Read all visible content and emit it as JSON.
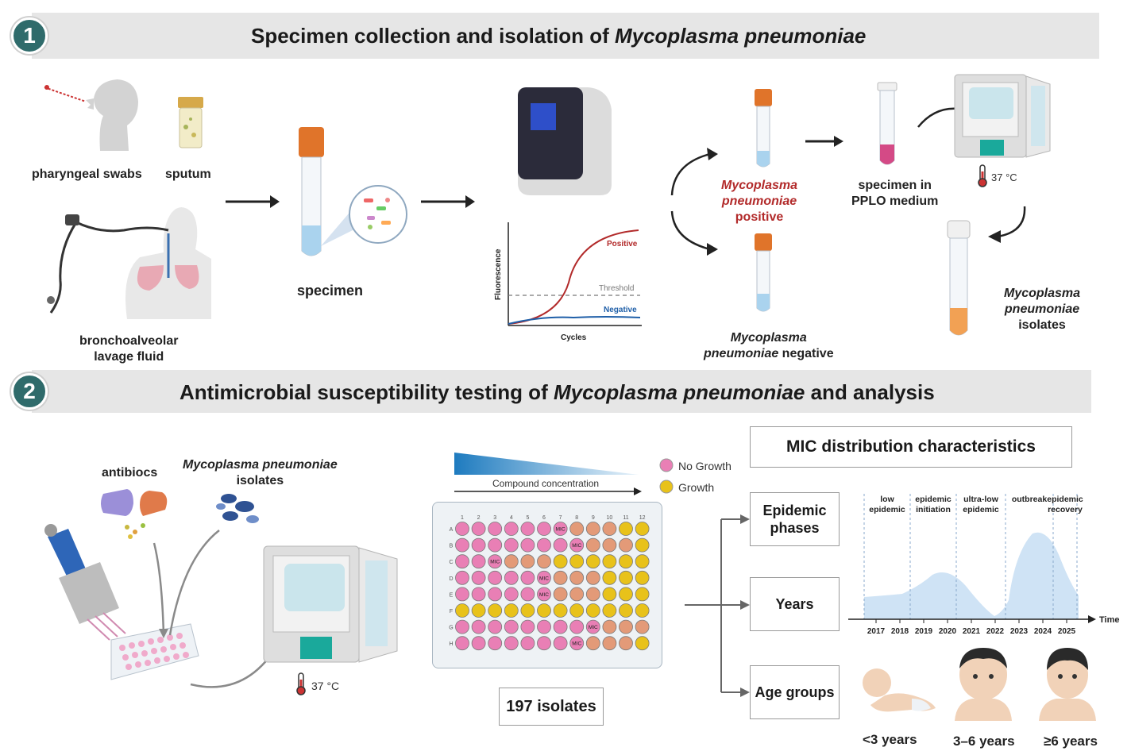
{
  "section1": {
    "number": "1",
    "title_prefix": "Specimen collection and isolation of ",
    "title_italic": "Mycoplasma pneumoniae"
  },
  "section2": {
    "number": "2",
    "title_prefix": "Antimicrobial susceptibility testing of ",
    "title_italic": "Mycoplasma pneumoniae",
    "title_suffix": " and analysis"
  },
  "labels": {
    "pharyngeal_swabs": "pharyngeal swabs",
    "sputum": "sputum",
    "balf_line1": "bronchoalveolar",
    "balf_line2": "lavage fluid",
    "specimen": "specimen",
    "positive_line1": "Mycoplasma",
    "positive_line2": "pneumoniae",
    "positive_line3": "positive",
    "negative_line1": "Mycoplasma",
    "negative_line2a": "pneumoniae",
    "negative_line2b": " negative",
    "pplo_line1": "specimen in",
    "pplo_line2": "PPLO medium",
    "temp1": "37 °C",
    "isolates_line1": "Mycoplasma",
    "isolates_line2": "pneumoniae",
    "isolates_line3": "isolates",
    "antibiocs": "antibiocs",
    "mp_isolates_line1": "Mycoplasma pneumoniae",
    "mp_isolates_line2": "isolates",
    "temp2": "37 °C",
    "isolates_count": "197 isolates",
    "compound_concentration": "Compound concentration",
    "legend_no_growth": "No Growth",
    "legend_growth": "Growth",
    "mic_header": "MIC distribution  characteristics",
    "epidemic_phases_line1": "Epidemic",
    "epidemic_phases_line2": "phases",
    "years": "Years",
    "age_groups": "Age groups",
    "age_lt3": "<3 years",
    "age_3to6": "3–6 years",
    "age_ge6": "≥6 years",
    "time_axis": "Time"
  },
  "pcr_chart": {
    "y_label": "Fluorescence",
    "x_label": "Cycles",
    "threshold": "Threshold",
    "positive": "Positive",
    "negative": "Negative"
  },
  "plate": {
    "columns": [
      "1",
      "2",
      "3",
      "4",
      "5",
      "6",
      "7",
      "8",
      "9",
      "10",
      "11",
      "12"
    ],
    "rows": [
      "A",
      "B",
      "C",
      "D",
      "E",
      "F",
      "G",
      "H"
    ],
    "mic_label": "MIC",
    "mic_positions": {
      "A": 7,
      "B": 8,
      "C": 3,
      "D": 6,
      "E": 6,
      "F": 0,
      "G": 9,
      "H": 8
    },
    "colors": {
      "no_growth": "#e97fb5",
      "growth": "#e8c21a",
      "transition": "#e39a78"
    }
  },
  "timeline": {
    "phases": [
      {
        "line1": "low",
        "line2": "epidemic"
      },
      {
        "line1": "epidemic",
        "line2": "initiation"
      },
      {
        "line1": "ultra-low",
        "line2": "epidemic"
      },
      {
        "line1": "outbreak",
        "line2": ""
      },
      {
        "line1": "epidemic",
        "line2": "recovery"
      }
    ],
    "years": [
      "2017",
      "2018",
      "2019",
      "2020",
      "2021",
      "2022",
      "2023",
      "2024",
      "2025"
    ]
  },
  "colors": {
    "badge": "#2f6b6b",
    "banner": "#e6e6e6",
    "accent_red": "#b22a2a",
    "accent_blue": "#1f5fa8",
    "wave": "#cfe3f5"
  }
}
